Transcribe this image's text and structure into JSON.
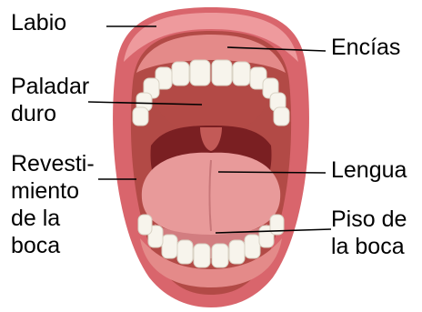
{
  "diagram": {
    "labels": {
      "labio": [
        "Labio"
      ],
      "encias": [
        "Encías"
      ],
      "paladar_duro": [
        "Paladar",
        "duro"
      ],
      "revestimiento": [
        "Revesti-",
        "miento",
        "de la",
        "boca"
      ],
      "lengua": [
        "Lengua"
      ],
      "piso_boca": [
        "Piso de",
        "la boca"
      ]
    },
    "colors": {
      "lip": "#d9656c",
      "lip_light": "#f0a0a3",
      "gum": "#e48a89",
      "palate": "#b24a46",
      "throat": "#7a1f22",
      "tongue": "#e89a9a",
      "floor": "#d27d80",
      "tooth": "#f7f4ec",
      "leader": "#000000"
    }
  }
}
